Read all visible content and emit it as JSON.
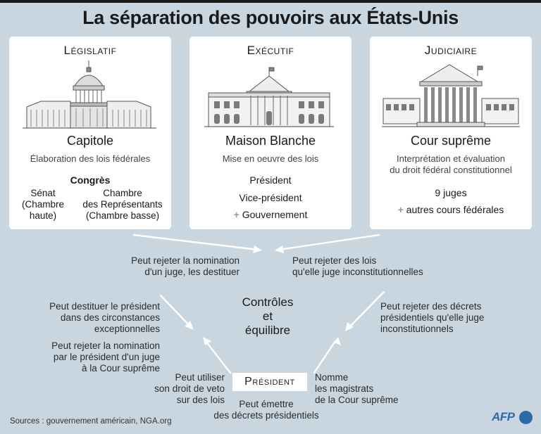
{
  "title": "La séparation des pouvoirs aux États-Unis",
  "legislatif": {
    "head": "Législatif",
    "name": "Capitole",
    "desc": "Élaboration des lois fédérales",
    "group": "Congrès",
    "left": [
      "Sénat",
      "(Chambre",
      "haute)"
    ],
    "right": [
      "Chambre",
      "des Représentants",
      "(Chambre basse)"
    ]
  },
  "executif": {
    "head": "Exécutif",
    "name": "Maison Blanche",
    "desc": "Mise en oeuvre des lois",
    "items": [
      "Président",
      "Vice-président"
    ],
    "plus_item": "Gouvernement"
  },
  "judiciaire": {
    "head": "Judiciaire",
    "name": "Cour suprême",
    "desc": [
      "Interprétation et évaluation",
      "du droit fédéral constitutionnel"
    ],
    "count": "9 juges",
    "plus_item": "autres cours fédérales"
  },
  "center": [
    "Contrôles",
    "et",
    "équilibre"
  ],
  "president": "Président",
  "notes": {
    "leg_to_center": [
      "Peut rejeter la nomination",
      "d'un juge, les destituer"
    ],
    "jud_to_center": [
      "Peut rejeter des lois",
      "qu'elle juge inconstitutionnelles"
    ],
    "destituer": [
      "Peut destituer le président",
      "dans des circonstances",
      "exceptionnelles"
    ],
    "rejeter_nomination": [
      "Peut rejeter la nomination",
      "par le président d'un juge",
      "à la Cour suprême"
    ],
    "jud_decrets": [
      "Peut rejeter des décrets",
      "présidentiels qu'elle juge",
      "inconstitutionnels"
    ],
    "veto": [
      "Peut utiliser",
      "son droit de veto",
      "sur des lois"
    ],
    "nomme": [
      "Nomme",
      "les magistrats",
      "de la Cour suprême"
    ],
    "decrets": [
      "Peut émettre",
      "des décrets présidentiels"
    ]
  },
  "sources": "Sources : gouvernement américain, NGA.org",
  "logo": "AFP",
  "colors": {
    "background": "#c9d6df",
    "card": "#ffffff",
    "logo": "#2d6aa6"
  }
}
